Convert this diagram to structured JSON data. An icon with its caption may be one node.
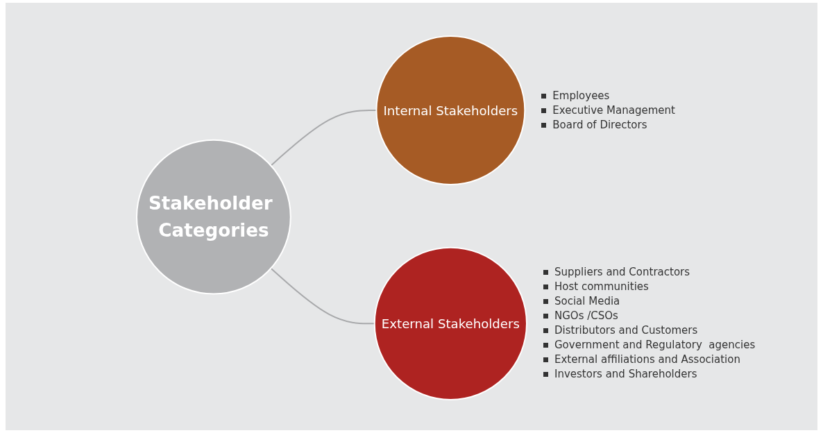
{
  "diagram": {
    "nodes": [
      {
        "text": [
          "Stakeholder Categories"
        ]
      },
      {
        "text": [
          "Internal Stakeholders"
        ],
        "beside": [
          "Employees",
          "Executive Management",
          "Board of Directors"
        ]
      },
      {
        "text": [
          "External Stakeholders"
        ],
        "beside": [
          "Suppliers and Contractors",
          "Host communities",
          "Social Media",
          "NGOs /CSOs",
          "Distributors and Customers",
          "Government and Regulatory  agencies",
          "External affiliations and Association",
          "Investors and Shareholders"
        ]
      }
    ],
    "edges": [
      {
        "from": 0,
        "to": 1,
        "arrow": "none"
      },
      {
        "from": 0,
        "to": 2,
        "arrow": "none"
      }
    ]
  }
}
